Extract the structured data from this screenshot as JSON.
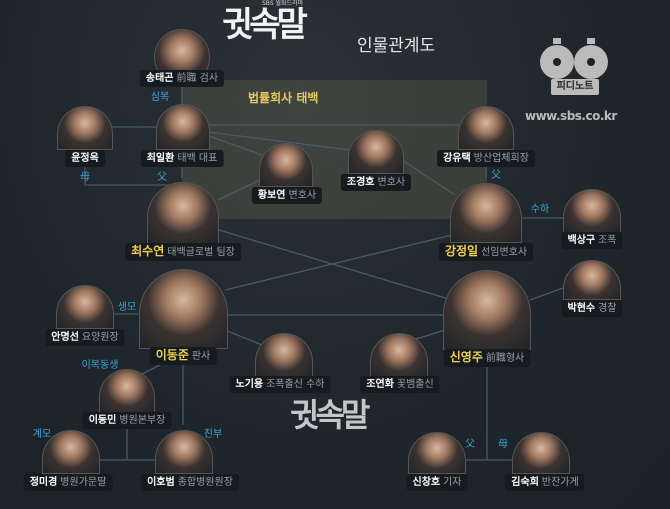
{
  "header": {
    "title": "귓속말",
    "subtitle": "인물관계도",
    "broadcaster_tag": "SBS 월화드라마"
  },
  "branding": {
    "logo_text": "피디노트",
    "url": "www.sbs.co.kr"
  },
  "firm": {
    "label": "법률회사 태백"
  },
  "characters": [
    {
      "name": "송태곤",
      "role": "前職 검사"
    },
    {
      "name": "윤정옥",
      "role": ""
    },
    {
      "name": "최일환",
      "role": "태백 대표"
    },
    {
      "name": "황보연",
      "role": "변호사"
    },
    {
      "name": "조경호",
      "role": "변호사"
    },
    {
      "name": "강유택",
      "role": "방산업체회장"
    },
    {
      "name": "최수연",
      "role": "태백글로벌 팀장"
    },
    {
      "name": "강정일",
      "role": "선임변호사"
    },
    {
      "name": "백상구",
      "role": "조폭"
    },
    {
      "name": "안명선",
      "role": "요양원장"
    },
    {
      "name": "이동준",
      "role": "판사"
    },
    {
      "name": "노기용",
      "role": "조폭출신 수하"
    },
    {
      "name": "조연화",
      "role": "꽃뱀출신"
    },
    {
      "name": "신영주",
      "role": "前職형사"
    },
    {
      "name": "박현수",
      "role": "경찰"
    },
    {
      "name": "이동민",
      "role": "병원본부장"
    },
    {
      "name": "정미경",
      "role": "병원가문딸"
    },
    {
      "name": "이호범",
      "role": "종합병원원장"
    },
    {
      "name": "신창호",
      "role": "기자"
    },
    {
      "name": "김숙희",
      "role": "반찬가게"
    }
  ],
  "relations": [
    "심복",
    "母",
    "父",
    "父",
    "수하",
    "생모",
    "이복동생",
    "계모",
    "친부",
    "父",
    "母"
  ],
  "watermark": "귓속말"
}
